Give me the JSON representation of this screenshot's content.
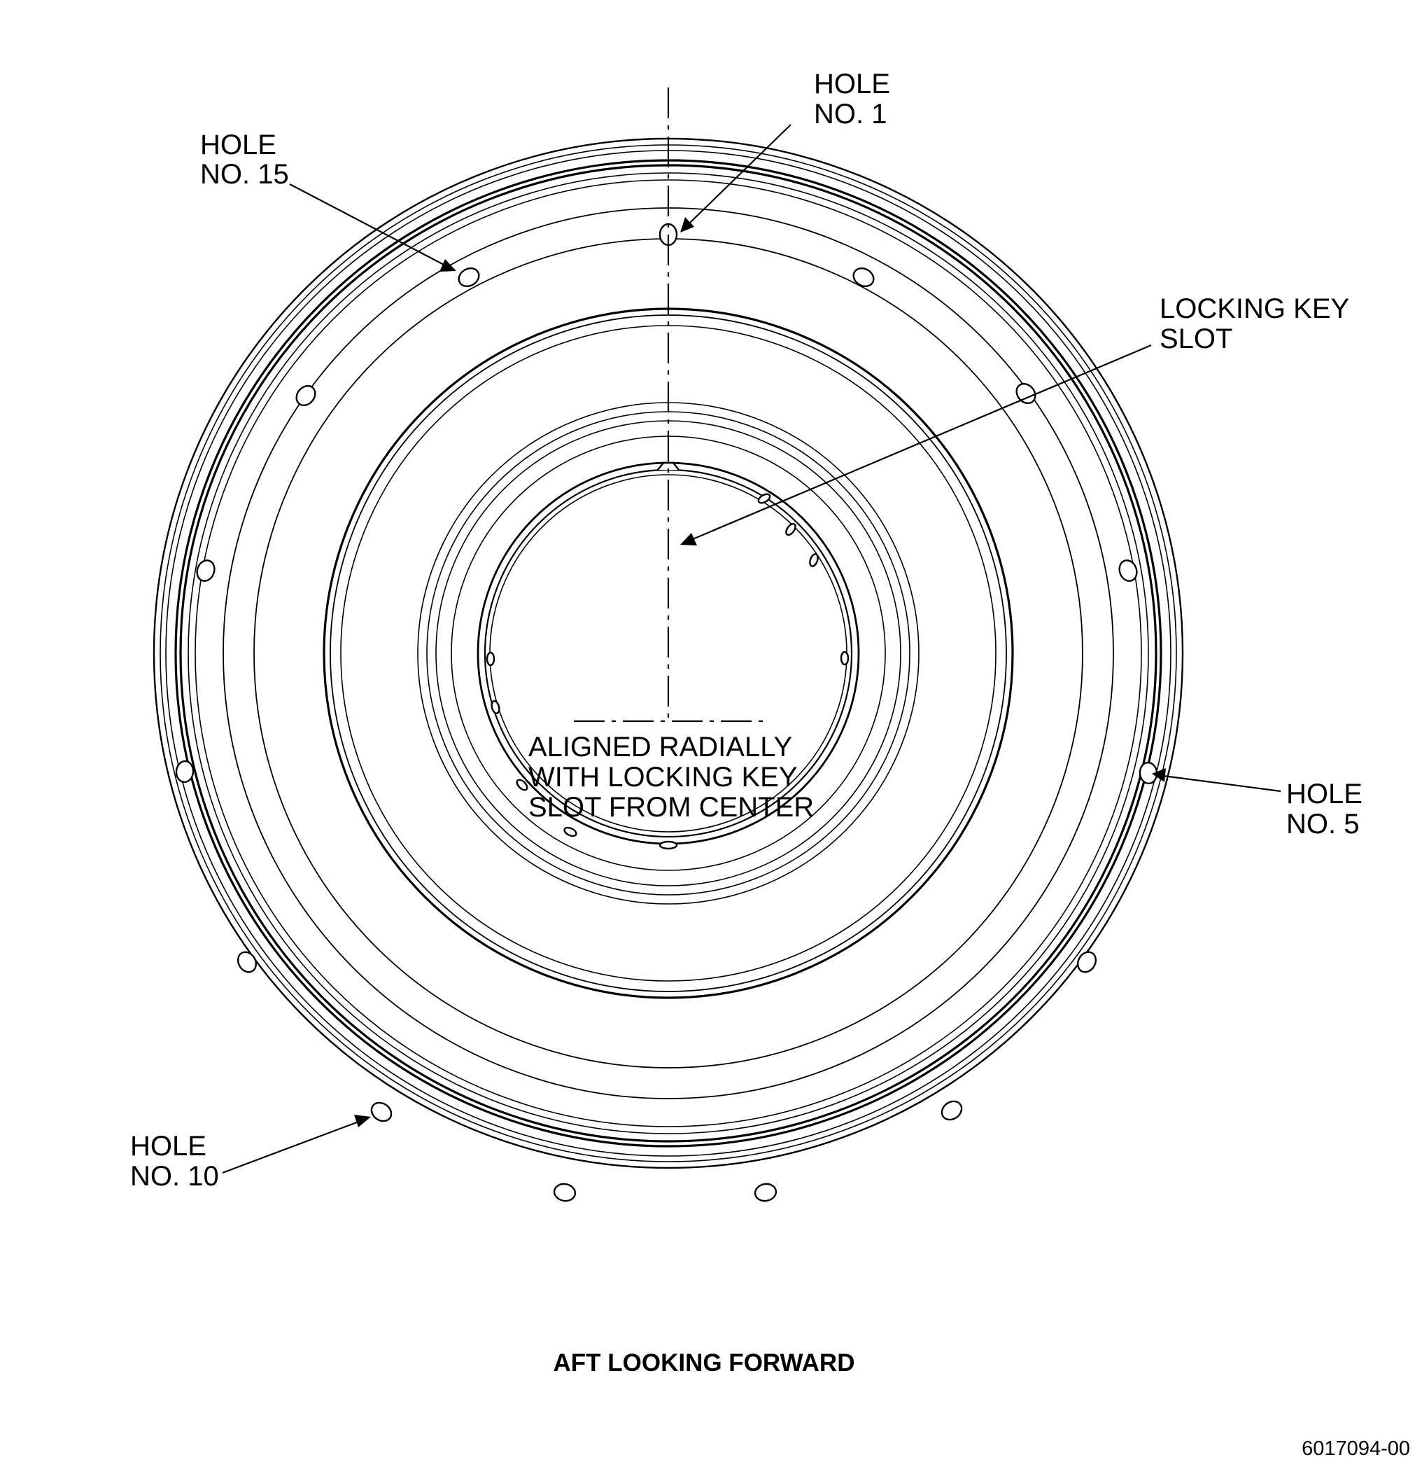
{
  "labels": {
    "hole_1": [
      "HOLE",
      "NO. 1"
    ],
    "hole_15": [
      "HOLE",
      "NO. 15"
    ],
    "hole_5": [
      "HOLE",
      "NO. 5"
    ],
    "hole_10": [
      "HOLE",
      "NO. 10"
    ],
    "locking_key_slot": [
      "LOCKING KEY",
      "SLOT"
    ],
    "aligned_note": [
      "ALIGNED RADIALLY",
      "WITH LOCKING KEY",
      "SLOT FROM CENTER"
    ]
  },
  "caption": "AFT LOOKING FORWARD",
  "document_number": "6017094-00"
}
